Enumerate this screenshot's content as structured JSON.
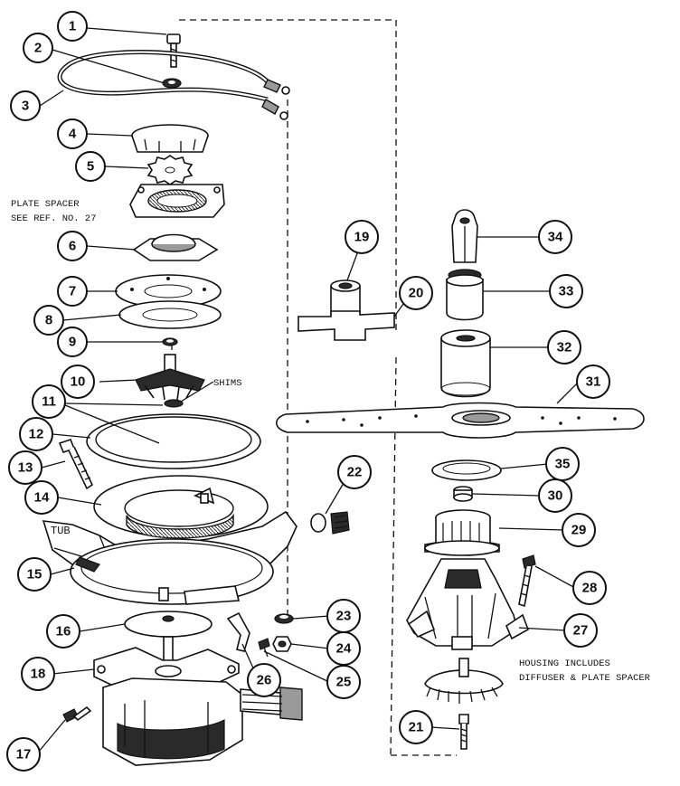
{
  "callouts": [
    "1",
    "2",
    "3",
    "4",
    "5",
    "6",
    "7",
    "8",
    "9",
    "10",
    "11",
    "12",
    "13",
    "14",
    "15",
    "16",
    "17",
    "18",
    "19",
    "20",
    "21",
    "22",
    "23",
    "24",
    "25",
    "26",
    "27",
    "28",
    "29",
    "30",
    "31",
    "32",
    "33",
    "34",
    "35"
  ],
  "notes": {
    "plate_spacer_line1": "PLATE SPACER",
    "plate_spacer_line2": "SEE REF. NO. 27",
    "shims": "SHIMS",
    "tub": "TUB",
    "housing_line1": "HOUSING INCLUDES",
    "housing_line2": "DIFFUSER & PLATE SPACER"
  }
}
